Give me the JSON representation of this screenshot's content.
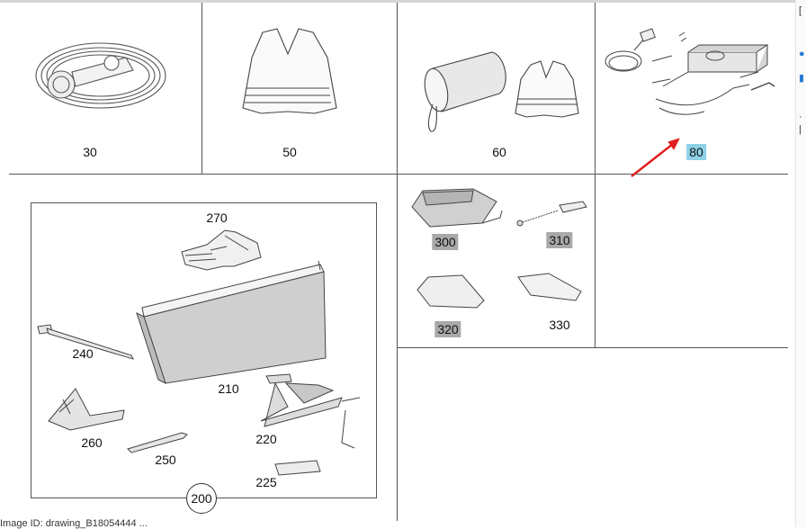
{
  "parts": {
    "p30": "30",
    "p50": "50",
    "p60": "60",
    "p80": "80",
    "p200": "200",
    "p210": "210",
    "p220": "220",
    "p225": "225",
    "p240": "240",
    "p250": "250",
    "p260": "260",
    "p270": "270",
    "p300": "300",
    "p310": "310",
    "p320": "320",
    "p330": "330"
  },
  "footer": {
    "text": "Image ID: drawing_B18054444 ..."
  },
  "colors": {
    "highlight_gray": "#a9a9a9",
    "highlight_blue": "#8ed1e6",
    "arrow_red": "#e02020"
  },
  "icons": {
    "p30": "tow-rope-icon",
    "p50": "safety-vest-icon",
    "p60": "vest-bag-icon",
    "p80": "charger-cable-icon",
    "p270": "gloves-icon",
    "p210": "storage-tray-icon",
    "p240": "wheel-wrench-icon",
    "p260": "wheel-chock-icon",
    "p250": "towing-eye-icon",
    "p220": "car-jack-icon",
    "p225": "label-plate-icon",
    "p300": "compressor-icon",
    "p310": "sealant-bottle-icon",
    "p320": "mat-icon",
    "p330": "plate-icon"
  }
}
